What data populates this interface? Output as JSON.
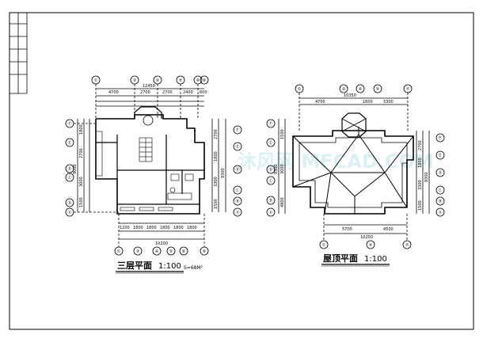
{
  "plans": {
    "third_floor": {
      "title": "三层平面",
      "scale": "1:100",
      "area": "S=68M²",
      "axes_top": [
        "①",
        "③",
        "④",
        "⑤",
        "⑥",
        "⑧"
      ],
      "axes_bottom": [
        "①",
        "③",
        "④",
        "⑤",
        "⑥",
        "⑧"
      ],
      "axes_side": [
        "Ⓐ",
        "Ⓑ",
        "Ⓒ",
        "Ⓓ",
        "Ⓔ",
        "Ⓕ"
      ],
      "dims_top": [
        "4700",
        "2700",
        "2700",
        "2400",
        "600"
      ],
      "dims_top_total": "12450",
      "dims_bottom": [
        "1200",
        "1800",
        "1800",
        "1800",
        "1800",
        "1800"
      ],
      "dims_bottom_total": "10200",
      "dims_left": [
        "1500",
        "3000",
        "2700",
        "1800"
      ],
      "dims_left_total": "9000",
      "dims_right": [
        "2700",
        "1800",
        "3300",
        "1500"
      ],
      "dims_right_total": "9300"
    },
    "roof": {
      "title": "屋顶平面",
      "scale": "1:100",
      "axes_top": [
        "①",
        "③",
        "④",
        "⑤",
        "⑦"
      ],
      "axes_bottom": [
        "①",
        "④",
        "⑦"
      ],
      "axes_side": [
        "Ⓐ",
        "Ⓑ",
        "Ⓒ",
        "Ⓓ",
        "Ⓔ",
        "Ⓕ"
      ],
      "dims_top": [
        "4700",
        "1800",
        "3300"
      ],
      "dims_top_total": "10350",
      "dims_bottom": [
        "5700",
        "4500"
      ],
      "dims_bottom_total": "10200",
      "dims_left": [
        "1500",
        "3000",
        "4800"
      ],
      "dims_left_total": "9300",
      "dims_right": [
        "2700",
        "1800",
        "3300",
        "1500"
      ],
      "dims_right_total": "9300"
    }
  },
  "watermark": "沐风网 MFCAD.COM"
}
